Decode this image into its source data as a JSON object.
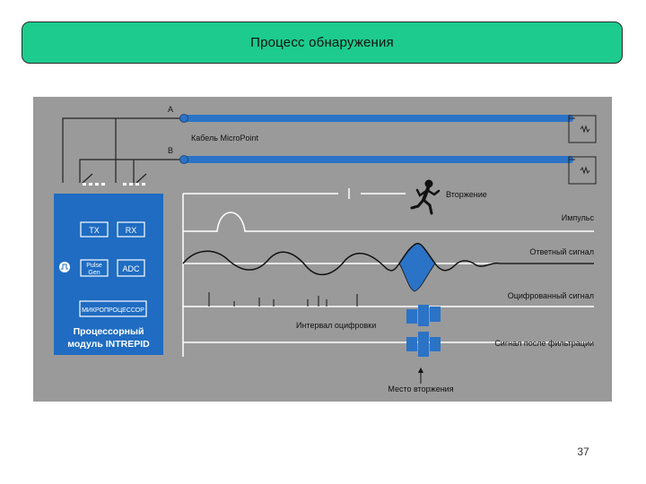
{
  "slide": {
    "title": "Процесс обнаружения",
    "page_number": "37"
  },
  "diagram": {
    "cable_a_label": "A",
    "cable_b_label": "B",
    "cable_name": "Кабель MicroPoint",
    "intrusion_label": "Вторжение",
    "tx_label": "TX",
    "rx_label": "RX",
    "pulse_gen_label_line1": "Pulse",
    "pulse_gen_label_line2": "Gen",
    "adc_label": "ADC",
    "microprocessor_label": "МИКРОПРОЦЕССОР",
    "module_label_line1": "Процесcорный",
    "module_label_line2": "модуль INTREPID",
    "trace_labels": {
      "impulse": "Импульс",
      "response": "Ответный сигнал",
      "digitized": "Оцифрованный сигнал",
      "filtered": "Сигнал после фильтрации"
    },
    "digitize_interval_label": "Интервал оцифровки",
    "intrusion_point_label": "Место вторжения",
    "colors": {
      "background": "#9a9a9a",
      "cable": "#2b73c6",
      "module": "#1f6cc2",
      "banner": "#1dcb8f",
      "wire": "#222222"
    }
  }
}
